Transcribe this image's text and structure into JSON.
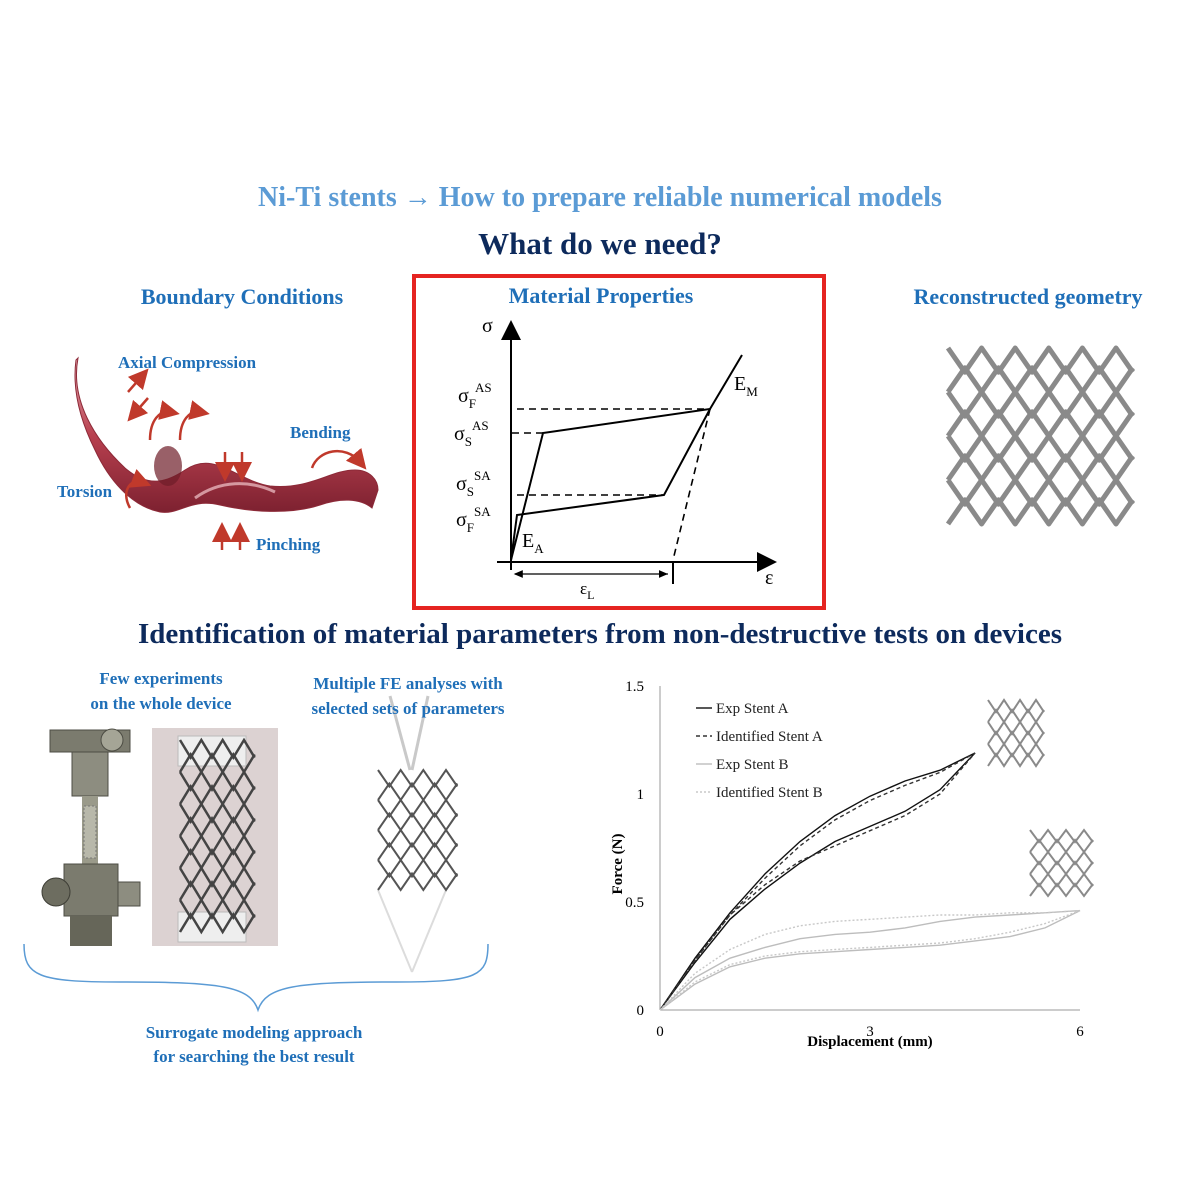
{
  "header": {
    "title": "Ni-Ti stents → How to prepare reliable numerical models",
    "question": "What do we need?"
  },
  "panels": {
    "boundary": {
      "title": "Boundary Conditions",
      "labels": [
        "Axial Compression",
        "Bending",
        "Torsion",
        "Pinching"
      ]
    },
    "material": {
      "title": "Material Properties",
      "y_symbol": "σ",
      "x_symbol": "ε",
      "sigma_F_AS": {
        "base": "σ",
        "sub": "F",
        "sup": "AS"
      },
      "sigma_S_AS": {
        "base": "σ",
        "sub": "S",
        "sup": "AS"
      },
      "sigma_S_SA": {
        "base": "σ",
        "sub": "S",
        "sup": "SA"
      },
      "sigma_F_SA": {
        "base": "σ",
        "sub": "F",
        "sup": "SA"
      },
      "E_A": {
        "base": "E",
        "sub": "A"
      },
      "E_M": {
        "base": "E",
        "sub": "M"
      },
      "eps_L": {
        "base": "ε",
        "sub": "L"
      },
      "frame_color": "#e52421"
    },
    "geometry": {
      "title": "Reconstructed geometry"
    }
  },
  "section2": {
    "title": "Identification of material parameters from non-destructive tests on devices",
    "experiments_label_1": "Few experiments",
    "experiments_label_2": "on the whole device",
    "fe_label_1": "Multiple FE analyses with",
    "fe_label_2": "selected sets of parameters",
    "surrogate_label_1": "Surrogate modeling approach",
    "surrogate_label_2": "for searching the best result"
  },
  "chart_data": {
    "type": "line",
    "xlabel": "Displacement (mm)",
    "ylabel": "Force (N)",
    "xlim": [
      0,
      6
    ],
    "ylim": [
      0,
      1.5
    ],
    "xticks": [
      "0",
      "3",
      "6"
    ],
    "yticks": [
      "0",
      "0.5",
      "1",
      "1.5"
    ],
    "legend_position": "top-left",
    "series": [
      {
        "name": "Exp Stent A",
        "color": "#111111",
        "dash": "solid",
        "x": [
          0,
          0.5,
          1.0,
          1.5,
          2.0,
          2.5,
          3.0,
          3.5,
          4.0,
          4.5,
          4.0,
          3.5,
          3.0,
          2.5,
          2.0,
          1.5,
          1.0,
          0.5,
          0
        ],
        "y": [
          0,
          0.24,
          0.45,
          0.63,
          0.78,
          0.9,
          0.99,
          1.06,
          1.11,
          1.19,
          1.02,
          0.92,
          0.85,
          0.78,
          0.68,
          0.56,
          0.42,
          0.22,
          0
        ]
      },
      {
        "name": "Identified Stent A",
        "color": "#333333",
        "dash": "dashed",
        "x": [
          0,
          0.5,
          1.0,
          1.5,
          2.0,
          2.5,
          3.0,
          3.5,
          4.0,
          4.5,
          4.0,
          3.5,
          3.0,
          2.5,
          2.0,
          1.5,
          1.0,
          0.5,
          0
        ],
        "y": [
          0,
          0.23,
          0.44,
          0.61,
          0.76,
          0.88,
          0.97,
          1.04,
          1.1,
          1.19,
          1.0,
          0.9,
          0.83,
          0.76,
          0.69,
          0.58,
          0.44,
          0.23,
          0
        ]
      },
      {
        "name": "Exp  Stent B",
        "color": "#bdbdbd",
        "dash": "solid",
        "x": [
          0,
          0.5,
          1.0,
          1.5,
          2.0,
          2.5,
          3.0,
          3.5,
          4.0,
          4.5,
          5.0,
          5.5,
          6.0,
          5.5,
          5.0,
          4.5,
          4.0,
          3.5,
          3.0,
          2.5,
          2.0,
          1.5,
          1.0,
          0.5,
          0
        ],
        "y": [
          0,
          0.15,
          0.24,
          0.29,
          0.33,
          0.35,
          0.36,
          0.38,
          0.41,
          0.43,
          0.44,
          0.45,
          0.46,
          0.38,
          0.34,
          0.32,
          0.3,
          0.29,
          0.28,
          0.27,
          0.26,
          0.24,
          0.2,
          0.12,
          0
        ]
      },
      {
        "name": "Identified  Stent B",
        "color": "#c8c8c8",
        "dash": "dotted",
        "x": [
          0,
          0.5,
          1.0,
          1.5,
          2.0,
          2.5,
          3.0,
          3.5,
          4.0,
          4.5,
          5.0,
          5.5,
          6.0,
          5.5,
          5.0,
          4.5,
          4.0,
          3.5,
          3.0,
          2.5,
          2.0,
          1.5,
          1.0,
          0.5,
          0
        ],
        "y": [
          0,
          0.17,
          0.28,
          0.35,
          0.39,
          0.41,
          0.42,
          0.43,
          0.44,
          0.44,
          0.45,
          0.45,
          0.46,
          0.4,
          0.36,
          0.33,
          0.31,
          0.3,
          0.29,
          0.28,
          0.27,
          0.25,
          0.21,
          0.13,
          0
        ]
      }
    ]
  },
  "colors": {
    "title_light_blue": "#5b9bd5",
    "section_blue": "#1f6fb8",
    "navy": "#0d2a5c",
    "artery": "#b33a4a",
    "arrow_red": "#c0392b"
  }
}
